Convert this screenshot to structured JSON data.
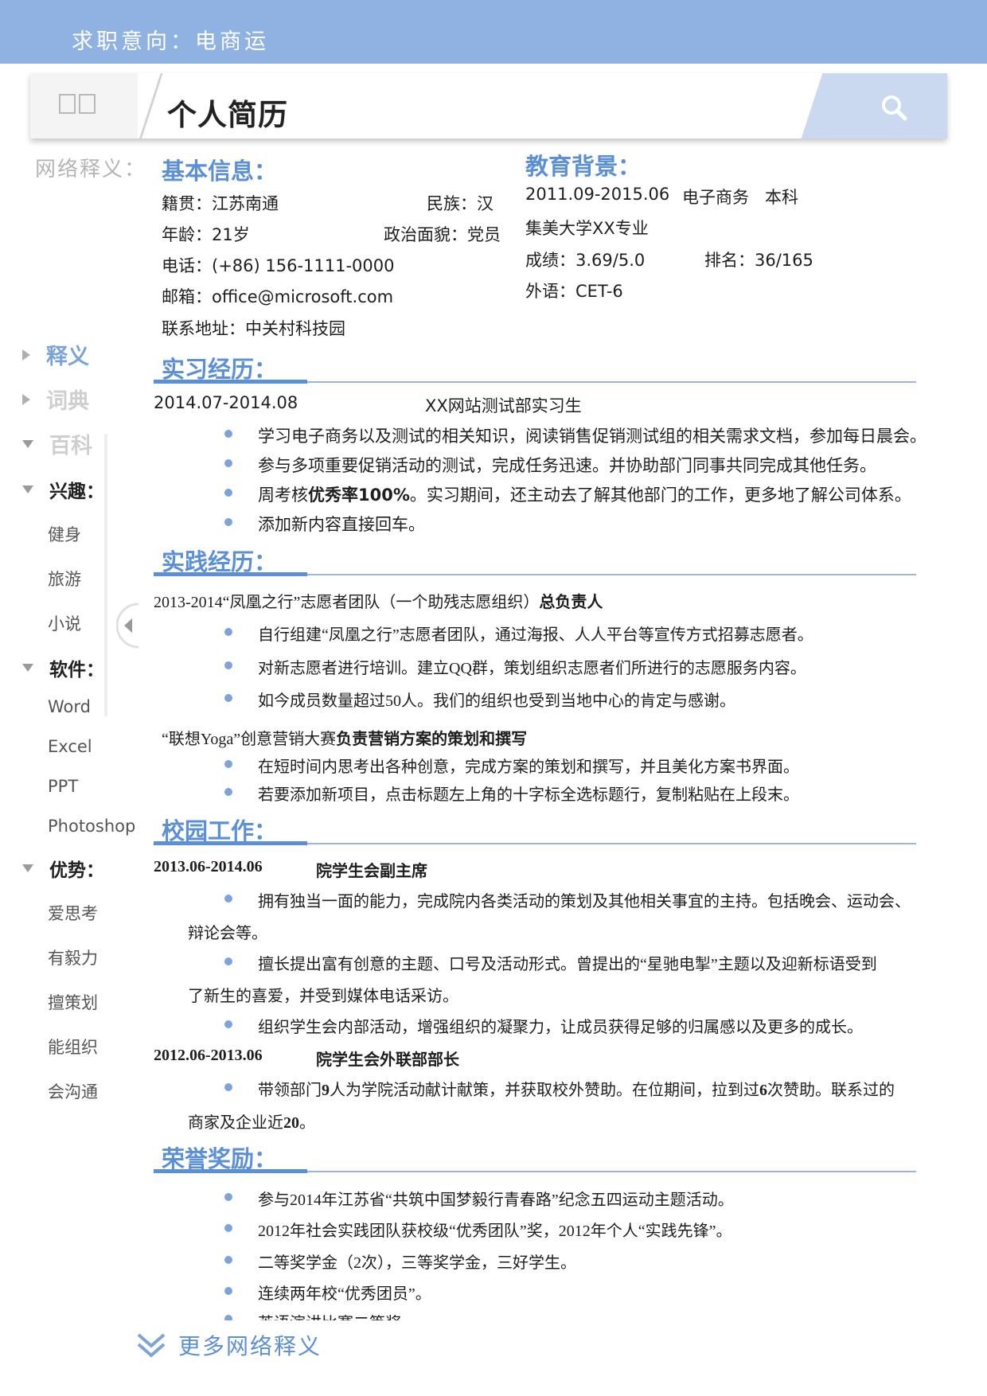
{
  "header": {
    "banner_title": "求职意向：电商运"
  },
  "searchbar": {
    "title": "个人简历"
  },
  "sidebar": {
    "label": "网络释义：",
    "tabs": [
      "释义",
      "词典",
      "百科"
    ],
    "groups": [
      {
        "title": "兴趣：",
        "items": [
          "健身",
          "旅游",
          "小说"
        ]
      },
      {
        "title": "软件：",
        "items": [
          "Word",
          "Excel",
          "PPT",
          "Photoshop"
        ]
      },
      {
        "title": "优势：",
        "items": [
          "爱思考",
          "有毅力",
          "擅策划",
          "能组织",
          "会沟通"
        ]
      }
    ]
  },
  "basic": {
    "title": "基本信息：",
    "hometown": "籍贯：江苏南通",
    "ethnicity": "民族：汉",
    "age": "年龄：21岁",
    "politics": "政治面貌：党员",
    "phone": "电话：(+86) 156-1111-0000",
    "email": "邮箱：office@microsoft.com",
    "address": "联系地址：中关村科技园"
  },
  "education": {
    "title": "教育背景：",
    "period": "2011.09-2015.06",
    "major": "电子商务",
    "degree": "本科",
    "school": "集美大学XX专业",
    "gpa": "成绩：3.69/5.0",
    "rank": "排名：36/165",
    "lang": "外语：CET-6"
  },
  "internship": {
    "title": "实习经历：",
    "period": "2014.07-2014.08",
    "role": "XX网站测试部实习生",
    "bullets": [
      "学习电子商务以及测试的相关知识，阅读销售促销测试组的相关需求文档，参加每日晨会。",
      "参与多项重要促销活动的测试，完成任务迅速。并协助部门同事共同完成其他任务。"
    ],
    "b3_pre": "周考核",
    "b3_bold": "优秀率100%",
    "b3_post": "。实习期间，还主动去了解其他部门的工作，更多地了解公司体系。",
    "b4": "添加新内容直接回车。"
  },
  "practice": {
    "title": "实践经历：",
    "p1_head": "2013-2014“凤凰之行”志愿者团队（一个助残志愿组织）",
    "p1_role": "总负责人",
    "p1_bullets": [
      "自行组建“凤凰之行”志愿者团队，通过海报、人人平台等宣传方式招募志愿者。",
      "对新志愿者进行培训。建立QQ群，策划组织志愿者们所进行的志愿服务内容。",
      "如今成员数量超过50人。我们的组织也受到当地中心的肯定与感谢。"
    ],
    "p2_head": "“联想Yoga”创意营销大赛",
    "p2_role": "负责营销方案的策划和撰写",
    "p2_bullets": [
      "在短时间内思考出各种创意，完成方案的策划和撰写，并且美化方案书界面。",
      "若要添加新项目，点击标题左上角的十字标全选标题行，复制粘贴在上段末。"
    ]
  },
  "campus": {
    "title": "校园工作：",
    "j1_period": "2013.06-2014.06",
    "j1_role": "院学生会副主席",
    "j1_b1_l1": "拥有独当一面的能力，完成院内各类活动的策划及其他相关事宜的主持。包括晚会、运动会、",
    "j1_b1_l2": "辩论会等。",
    "j1_b2_l1": "擅长提出富有创意的主题、口号及活动形式。曾提出的“星驰电掣”主题以及迎新标语受到",
    "j1_b2_l2": "了新生的喜爱，并受到媒体电话采访。",
    "j1_b3": "组织学生会内部活动，增强组织的凝聚力，让成员获得足够的归属感以及更多的成长。",
    "j2_period": "2012.06-2013.06",
    "j2_role": "院学生会外联部部长",
    "j2_b1_pre": "带领部门",
    "j2_b1_n1": "9",
    "j2_b1_mid": "人为学院活动献计献策，并获取校外赞助。在位期间，拉到过",
    "j2_b1_n2": "6",
    "j2_b1_post": "次赞助。联系过的",
    "j2_b1_l2_pre": "商家及企业近",
    "j2_b1_l2_num": "20",
    "j2_b1_l2_post": "。"
  },
  "honors": {
    "title": "荣誉奖励：",
    "items": [
      "参与2014年江苏省“共筑中国梦毅行青春路”纪念五四运动主题活动。",
      "2012年社会实践团队获校级“优秀团队”奖，2012年个人“实践先锋”。",
      "二等奖学金（2次），三等奖学金，三好学生。",
      "连续两年校“优秀团员”。",
      "英语演讲比赛二等奖"
    ]
  },
  "footer": {
    "more": "更多网络释义"
  }
}
